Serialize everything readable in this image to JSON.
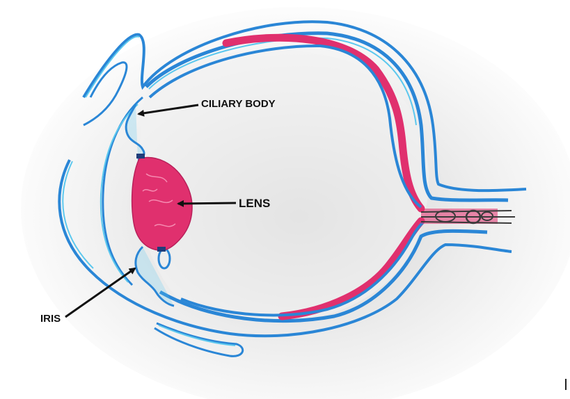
{
  "labels": {
    "ciliary_body": "CILIARY BODY",
    "lens": "LENS",
    "iris": "IRIS"
  },
  "colors": {
    "sclera_outline": "#2a86d6",
    "sclera_light": "#5cc8ee",
    "retina": "#e0306e",
    "lens": "#e0306e",
    "optic_nerve": "#3a3a3a",
    "pointer": "#111111",
    "background_center": "#d6d6d6",
    "background_edge": "#ffffff"
  }
}
